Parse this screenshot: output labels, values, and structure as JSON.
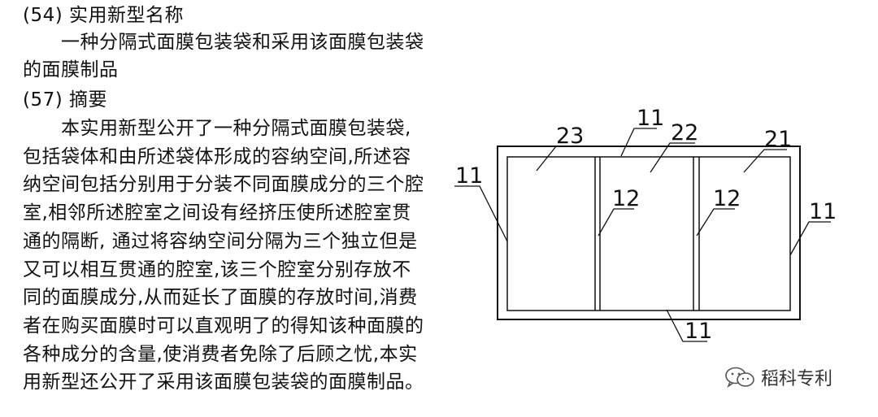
{
  "title_section": {
    "label": "(54) 实用新型名称",
    "name_line1": "一种分隔式面膜包装袋和采用该面膜包装袋",
    "name_line2": "的面膜制品"
  },
  "abstract_section": {
    "label": "(57) 摘要",
    "lines": [
      "本实用新型公开了一种分隔式面膜包装袋,",
      "包括袋体和由所述袋体形成的容纳空间,所述容",
      "纳空间包括分别用于分装不同面膜成分的三个腔",
      "室,相邻所述腔室之间设有经挤压使所述腔室贯",
      "通的隔断, 通过将容纳空间分隔为三个独立但是",
      "又可以相互贯通的腔室,该三个腔室分别存放不",
      "同的面膜成分,从而延长了面膜的存放时间,消费",
      "者在购买面膜时可以直观明了的得知该种面膜的",
      "各种成分的含量,使消费者免除了后顾之忧,本实",
      "用新型还公开了采用该面膜包装袋的面膜制品。"
    ]
  },
  "drawing": {
    "labels": {
      "top_11": "11",
      "label_23": "23",
      "label_22": "22",
      "label_21": "21",
      "left_11": "11",
      "left_12": "12",
      "right_12": "12",
      "right_11": "11",
      "bottom_11": "11"
    }
  },
  "watermark": {
    "text": "稻科专利",
    "icon": "wechat-icon"
  }
}
